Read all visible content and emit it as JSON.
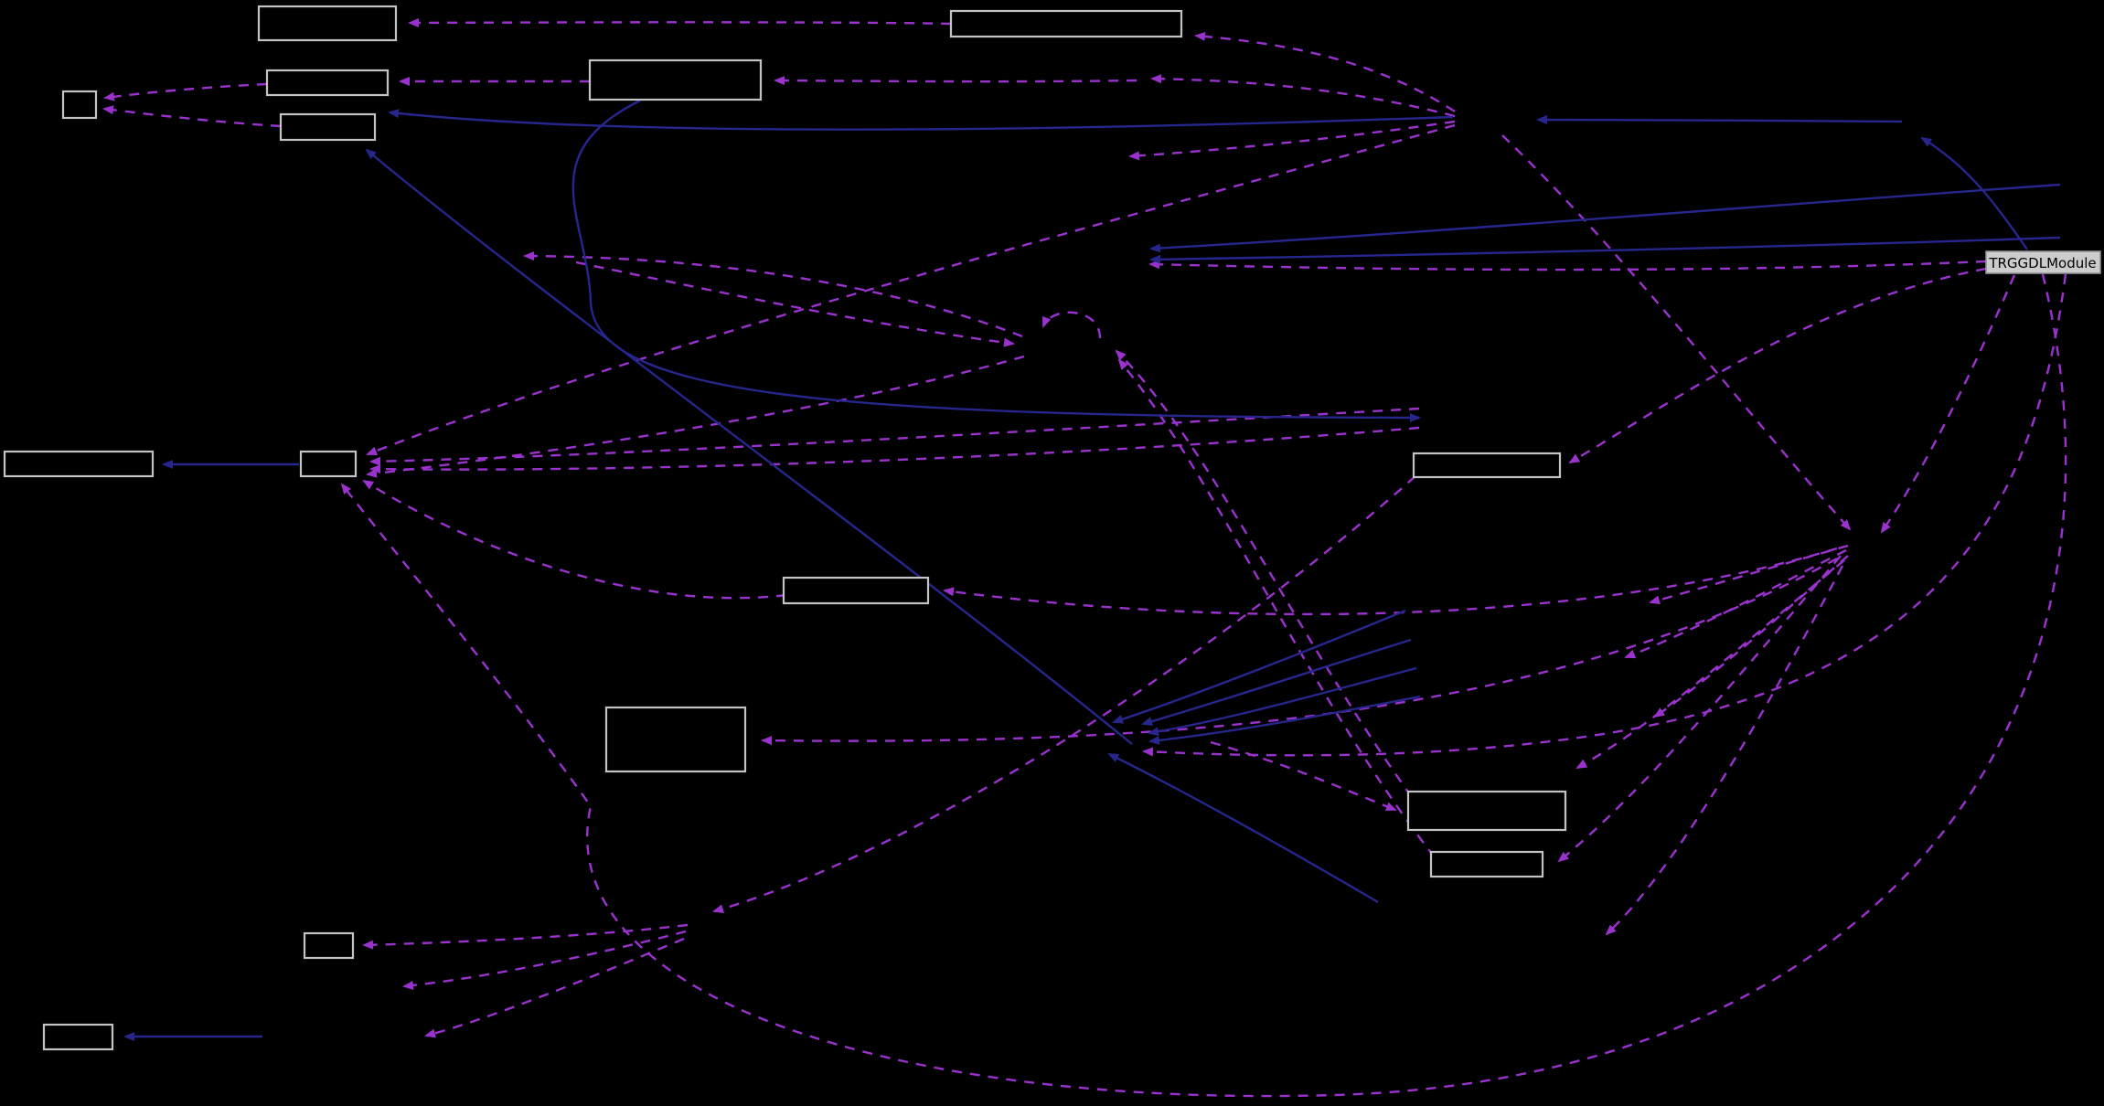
{
  "diagram": {
    "kind": "dependency-graph",
    "background": "#000000",
    "title_node_label": "TRGGDLModule"
  },
  "colors": {
    "background": "#000000",
    "dashed_edge": "#9a32cd",
    "solid_edge": "#26268c",
    "node_border": "#c2c4c6",
    "label_node_fill": "#cccccc",
    "label_node_border": "#8f9194",
    "label_text": "#000000"
  },
  "nodes": [
    {
      "id": "node-top-left-large",
      "label": ""
    },
    {
      "id": "node-top-middle-wide",
      "label": ""
    },
    {
      "id": "node-upper-left-a",
      "label": ""
    },
    {
      "id": "node-upper-middle",
      "label": ""
    },
    {
      "id": "node-small-left",
      "label": ""
    },
    {
      "id": "node-upper-left-b",
      "label": ""
    },
    {
      "id": "node-trggdlmodule",
      "label": "TRGGDLModule"
    },
    {
      "id": "node-mid-left-wide",
      "label": ""
    },
    {
      "id": "node-mid-left-hub",
      "label": ""
    },
    {
      "id": "node-mid-right",
      "label": ""
    },
    {
      "id": "node-center",
      "label": ""
    },
    {
      "id": "node-center-tall",
      "label": ""
    },
    {
      "id": "node-lower-right-a",
      "label": ""
    },
    {
      "id": "node-lower-right-b",
      "label": ""
    },
    {
      "id": "node-bottom-left-a",
      "label": ""
    },
    {
      "id": "node-bottom-left-b",
      "label": ""
    }
  ],
  "hidden_hubs": [
    "hub-right-top",
    "hub-right-upper",
    "hub-mid-upper",
    "hub-col-a",
    "hub-col-b",
    "hub-center-loop",
    "hub-left-pair",
    "hub-right-fan",
    "hub-mid-row",
    "hub-lower-center",
    "hub-bottom-fan",
    "hub-bottom-a",
    "hub-bottom-b",
    "hub-col-c",
    "hub-col-d",
    "hub-col-e",
    "hub-col-f",
    "hub-col-g",
    "hub-blue-a",
    "hub-blue-b",
    "hub-blue-c",
    "hub-blue-d",
    "hub-blue-e",
    "hub-blue-f"
  ],
  "edges": [
    {
      "id": "e1",
      "from": "node-top-middle-wide",
      "to": "node-top-left-large",
      "style": "dashed"
    },
    {
      "id": "e2",
      "from": "hub-right-top",
      "to": "node-top-middle-wide",
      "style": "dashed"
    },
    {
      "id": "e3",
      "from": "hub-right-top",
      "to": "hub-mid-upper",
      "style": "dashed"
    },
    {
      "id": "e4",
      "from": "hub-right-top",
      "to": "hub-col-a",
      "style": "dashed"
    },
    {
      "id": "e5",
      "from": "hub-mid-upper",
      "to": "node-upper-middle",
      "style": "dashed"
    },
    {
      "id": "e6",
      "from": "node-upper-middle",
      "to": "node-upper-left-a",
      "style": "dashed"
    },
    {
      "id": "e7",
      "from": "node-upper-left-a",
      "to": "node-small-left",
      "style": "dashed"
    },
    {
      "id": "e8",
      "from": "node-upper-left-b",
      "to": "node-small-left",
      "style": "dashed"
    },
    {
      "id": "e9",
      "from": "hub-right-top",
      "to": "node-mid-left-hub",
      "style": "dashed"
    },
    {
      "id": "e10",
      "from": "node-trggdlmodule",
      "to": "hub-right-upper",
      "style": "dashed"
    },
    {
      "id": "e11",
      "from": "node-trggdlmodule",
      "to": "node-mid-right",
      "style": "dashed"
    },
    {
      "id": "e12",
      "from": "node-trggdlmodule",
      "to": "hub-right-fan",
      "style": "dashed"
    },
    {
      "id": "e13",
      "from": "hub-right-top",
      "to": "hub-right-fan",
      "style": "dashed"
    },
    {
      "id": "e14",
      "from": "hub-right-fan",
      "to": "hub-col-c",
      "style": "dashed"
    },
    {
      "id": "e15",
      "from": "hub-right-fan",
      "to": "hub-col-d",
      "style": "dashed"
    },
    {
      "id": "e16",
      "from": "hub-right-fan",
      "to": "hub-col-e",
      "style": "dashed"
    },
    {
      "id": "e17",
      "from": "hub-right-fan",
      "to": "hub-col-f",
      "style": "dashed"
    },
    {
      "id": "e18",
      "from": "hub-right-fan",
      "to": "hub-col-g",
      "style": "dashed"
    },
    {
      "id": "e19",
      "from": "hub-right-fan",
      "to": "node-lower-right-b",
      "style": "dashed"
    },
    {
      "id": "e20",
      "from": "hub-right-fan",
      "to": "node-center",
      "style": "dashed"
    },
    {
      "id": "e21",
      "from": "hub-right-fan",
      "to": "node-center-tall",
      "style": "dashed"
    },
    {
      "id": "e22",
      "from": "node-trggdlmodule",
      "to": "hub-lower-center",
      "style": "dashed"
    },
    {
      "id": "e23",
      "from": "node-trggdlmodule",
      "to": "node-mid-left-hub",
      "style": "dashed"
    },
    {
      "id": "e24",
      "from": "node-mid-right",
      "to": "hub-bottom-fan",
      "style": "dashed"
    },
    {
      "id": "e25",
      "from": "hub-bottom-fan",
      "to": "node-bottom-left-a",
      "style": "dashed"
    },
    {
      "id": "e26",
      "from": "hub-bottom-fan",
      "to": "hub-bottom-a",
      "style": "dashed"
    },
    {
      "id": "e27",
      "from": "hub-bottom-fan",
      "to": "hub-bottom-b",
      "style": "dashed"
    },
    {
      "id": "e28",
      "from": "hub-center-loop",
      "to": "hub-center-loop",
      "style": "dashed"
    },
    {
      "id": "e29",
      "from": "hub-left-pair",
      "to": "hub-center-loop",
      "style": "dashed"
    },
    {
      "id": "e30",
      "from": "hub-center-loop",
      "to": "hub-left-pair",
      "style": "dashed"
    },
    {
      "id": "e31",
      "from": "node-lower-right-a",
      "to": "hub-center-loop",
      "style": "dashed"
    },
    {
      "id": "e32",
      "from": "node-lower-right-b",
      "to": "hub-center-loop",
      "style": "dashed"
    },
    {
      "id": "e33",
      "from": "hub-mid-row",
      "to": "node-mid-left-hub",
      "style": "dashed"
    },
    {
      "id": "e34",
      "from": "hub-mid-row",
      "to": "node-mid-left-hub",
      "style": "dashed"
    },
    {
      "id": "e35",
      "from": "hub-center-loop",
      "to": "node-mid-left-hub",
      "style": "dashed"
    },
    {
      "id": "e36",
      "from": "node-center",
      "to": "node-mid-left-hub",
      "style": "dashed"
    },
    {
      "id": "e37",
      "from": "hub-lower-center",
      "to": "node-lower-right-a",
      "style": "dashed"
    },
    {
      "id": "b1",
      "from": "node-mid-left-hub",
      "to": "node-mid-left-wide",
      "style": "solid"
    },
    {
      "id": "b2",
      "from": "hub-blue-a",
      "to": "hub-right-top",
      "style": "solid"
    },
    {
      "id": "b3",
      "from": "node-trggdlmodule",
      "to": "hub-blue-a",
      "style": "solid"
    },
    {
      "id": "b4",
      "from": "hub-right-top",
      "to": "node-upper-left-b",
      "style": "solid"
    },
    {
      "id": "b5",
      "from": "hub-lower-center",
      "to": "node-upper-left-b",
      "style": "solid"
    },
    {
      "id": "b6",
      "from": "node-upper-middle",
      "to": "hub-mid-row",
      "style": "solid"
    },
    {
      "id": "b7",
      "from": "hub-blue-b",
      "to": "hub-lower-center",
      "style": "solid"
    },
    {
      "id": "b8",
      "from": "hub-blue-c",
      "to": "hub-lower-center",
      "style": "solid"
    },
    {
      "id": "b9",
      "from": "hub-blue-d",
      "to": "hub-lower-center",
      "style": "solid"
    },
    {
      "id": "b10",
      "from": "hub-blue-e",
      "to": "hub-lower-center",
      "style": "solid"
    },
    {
      "id": "b11",
      "from": "hub-blue-f",
      "to": "hub-lower-center",
      "style": "solid"
    },
    {
      "id": "b12",
      "from": "hub-bottom-b",
      "to": "node-bottom-left-b",
      "style": "solid"
    },
    {
      "id": "b13",
      "from": "hub-blue-a",
      "to": "hub-right-upper",
      "style": "solid"
    },
    {
      "id": "b14",
      "from": "hub-blue-a",
      "to": "hub-right-upper",
      "style": "solid"
    }
  ]
}
